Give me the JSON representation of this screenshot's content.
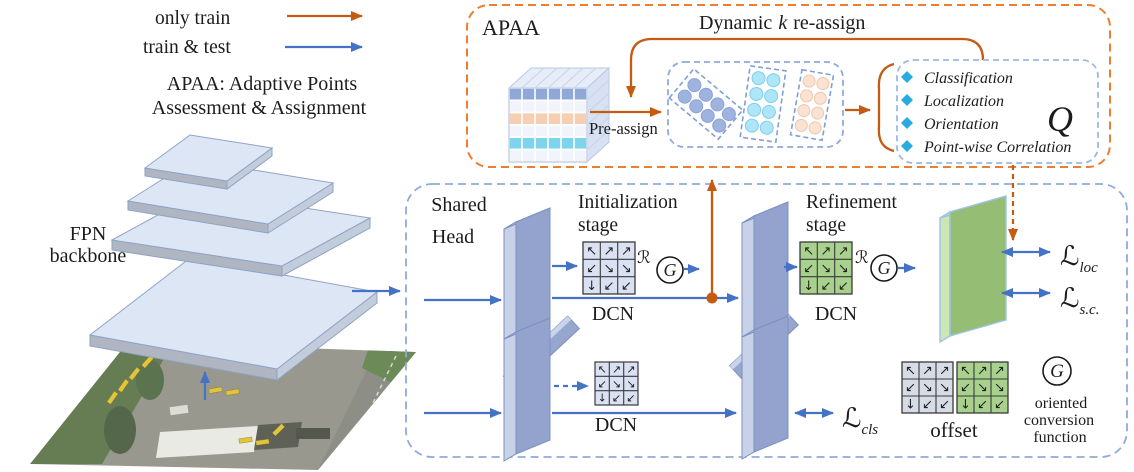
{
  "colors": {
    "train_only_arrow": "#C55A11",
    "train_test_arrow": "#4472C4",
    "apaa_box_border": "#ED7D31",
    "pipeline_box_border": "#8FAADC",
    "q_diamond": "#29ABE2",
    "offset_grid_blue": "#D9E1F2",
    "offset_grid_green": "#A9D18E",
    "head_slab": "#94A3CD",
    "output_slab_green": "#95BE74"
  },
  "legend_top": {
    "only_train": "only train",
    "train_and_test": "train & test",
    "apaa_def_line1": "APAA: Adaptive Points",
    "apaa_def_line2": "Assessment & Assignment"
  },
  "fpn": {
    "label_line1": "FPN",
    "label_line2": "backbone"
  },
  "apaa": {
    "title": "APAA",
    "reassign_prefix": "Dynamic",
    "reassign_k": "k",
    "reassign_suffix": "re-assign",
    "pre_assign_label": "Pre-assign",
    "q_symbol": "Q",
    "q_items": [
      "Classification",
      "Localization",
      "Orientation",
      "Point-wise Correlation"
    ]
  },
  "pipeline": {
    "shared_head_line1": "Shared",
    "shared_head_line2": "Head",
    "init_stage_line1": "Initialization",
    "init_stage_line2": "stage",
    "refine_stage_line1": "Refinement",
    "refine_stage_line2": "stage",
    "dcn_init": "DCN",
    "dcn_refine": "DCN",
    "dcn_cls": "DCN",
    "r_symbol": "ℛ",
    "g_symbol": "G"
  },
  "losses": {
    "script_l": "ℒ",
    "loc_subscript": "loc",
    "sc_subscript": "s.c.",
    "cls_subscript": "cls"
  },
  "legend_bottom": {
    "offset_label": "offset",
    "g_symbol": "G",
    "g_caption_line1": "oriented",
    "g_caption_line2": "conversion",
    "g_caption_line3": "function"
  },
  "offset_grid_arrows": [
    "↖",
    "↗",
    "↗",
    "↙",
    "↘",
    "↘",
    "↓",
    "↙",
    "↙"
  ]
}
